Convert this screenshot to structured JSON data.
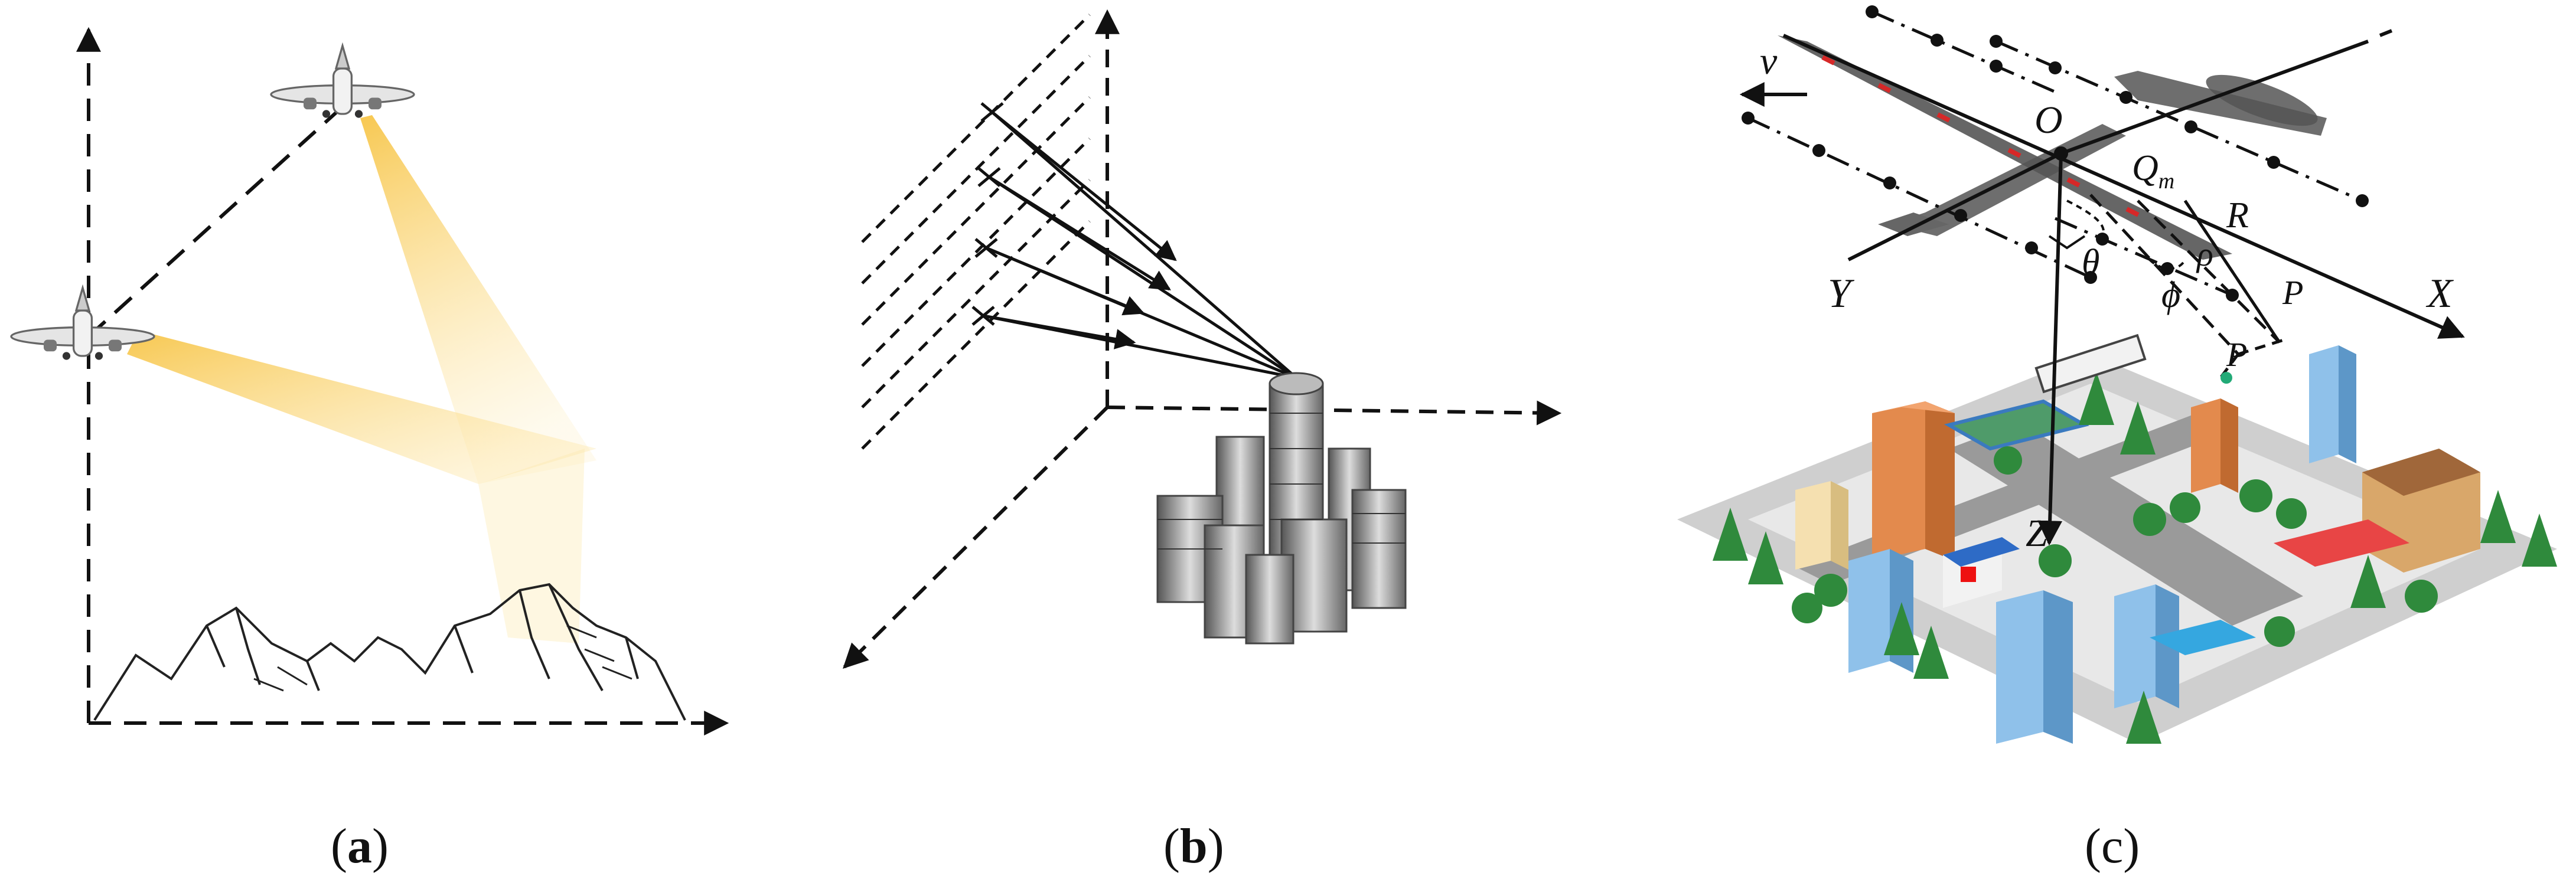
{
  "captions": {
    "a": {
      "open": "(",
      "letter": "a",
      "close": ")"
    },
    "b": {
      "open": "(",
      "letter": "b",
      "close": ")"
    },
    "c": {
      "open": "(",
      "letter": "c",
      "close": ")"
    }
  },
  "panel_c_labels": {
    "v": "v",
    "O": "O",
    "Qm": "Q",
    "Qm_sub": "m",
    "R": "R",
    "rho": "ρ",
    "theta": "θ",
    "phi": "ϕ",
    "Y": "Y",
    "X": "X",
    "Z": "Z",
    "P1": "P",
    "P2": "P"
  },
  "icons": [
    "airplane-icon",
    "mountain-icon",
    "building-icon",
    "city-icon"
  ],
  "colors": {
    "beam": "#f7c548",
    "line": "#111111",
    "plane_body": "#555555",
    "plane_accent": "#d62828"
  }
}
